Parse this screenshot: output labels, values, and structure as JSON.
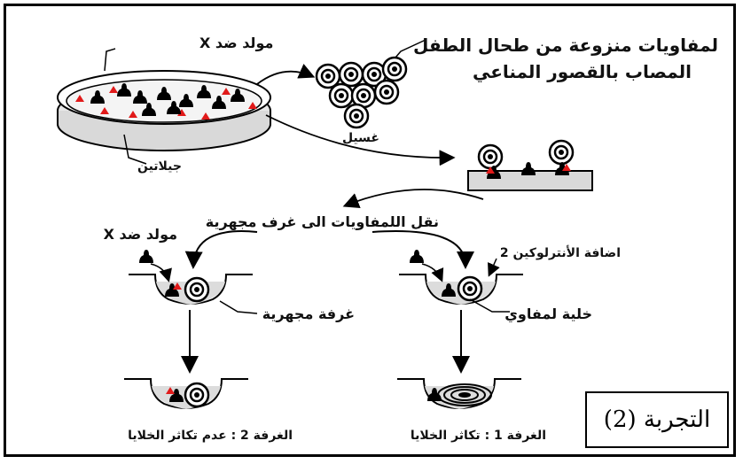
{
  "labels": {
    "antigen_x_top": "مولد ضد X",
    "lymphocytes_source_line1": "لمفاويات منزوعة من طحال الطفل",
    "lymphocytes_source_line2": "المصاب بالقصور المناعي",
    "wash": "غسيل",
    "gelatin": "جيلاتين",
    "transfer": "نقل اللمفاويات الى غرف مجهرية",
    "antigen_x_left": "مولد ضد X",
    "add_interleukin": "اضافة الأنترلوكين 2",
    "micro_chamber": "غرفة مجهرية",
    "lymphocyte_cell": "خلية لمفاوي",
    "chamber2_result": "الغرفة 2 : عدم تكاثر الخلايا",
    "chamber1_result": "الغرفة 1 : تكاثر الخلايا"
  },
  "experiment_title": "التجربة (2)",
  "colors": {
    "antigen_red": "#e11a1a",
    "cell_black": "#000000",
    "gel_gray": "#d9d9d9"
  }
}
